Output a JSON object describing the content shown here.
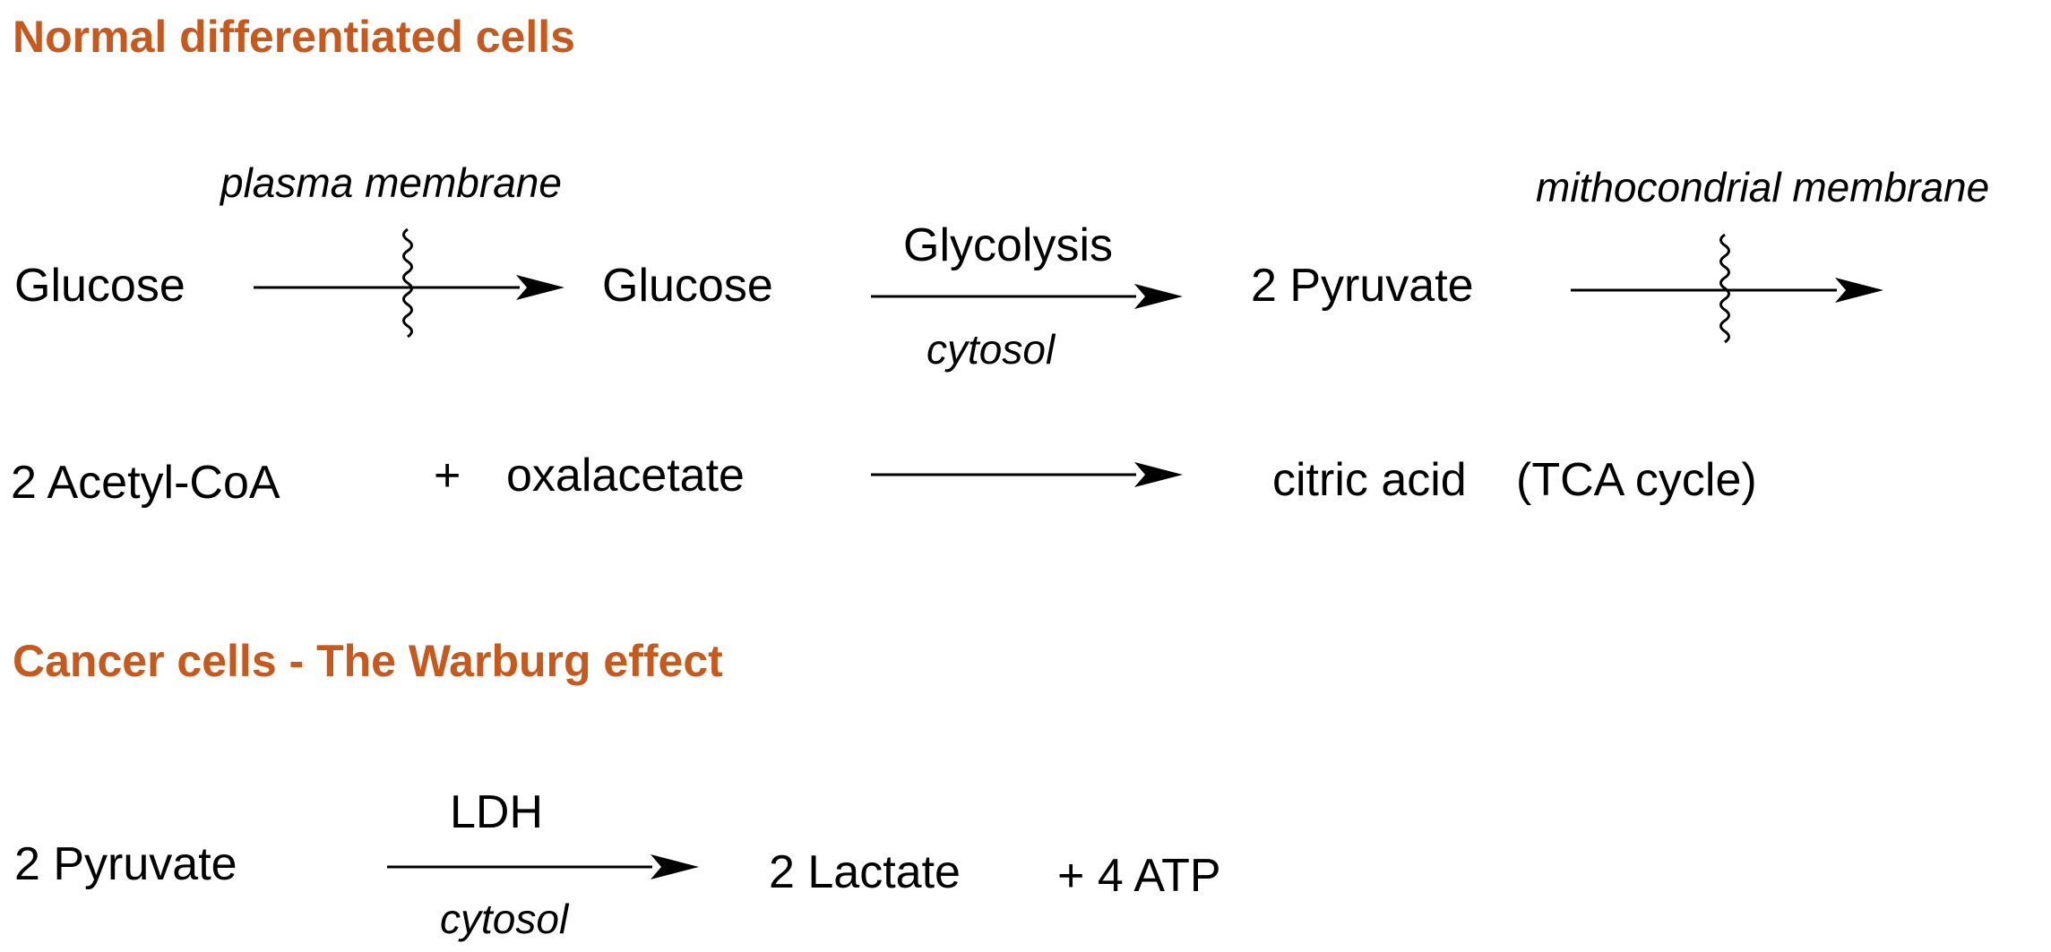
{
  "colors": {
    "heading": "#c65a1e",
    "text": "#000000",
    "arrow": "#000000"
  },
  "normal": {
    "heading": "Normal differentiated cells",
    "row1": {
      "glucose_outside": "Glucose",
      "plasma_membrane": "plasma membrane",
      "glucose_inside": "Glucose",
      "glycolysis": "Glycolysis",
      "cytosol": "cytosol",
      "pyruvate": "2 Pyruvate",
      "mito_membrane": "mithocondrial membrane"
    },
    "row2": {
      "acetyl_coa": "2 Acetyl-CoA",
      "plus": "+",
      "oxalacetate": "oxalacetate",
      "citric_acid": "citric acid",
      "tca_cycle": "(TCA cycle)"
    }
  },
  "cancer": {
    "heading": "Cancer cells - The Warburg effect",
    "row": {
      "pyruvate": "2 Pyruvate",
      "ldh": "LDH",
      "cytosol": "cytosol",
      "lactate": "2 Lactate",
      "atp": "+ 4 ATP"
    }
  }
}
